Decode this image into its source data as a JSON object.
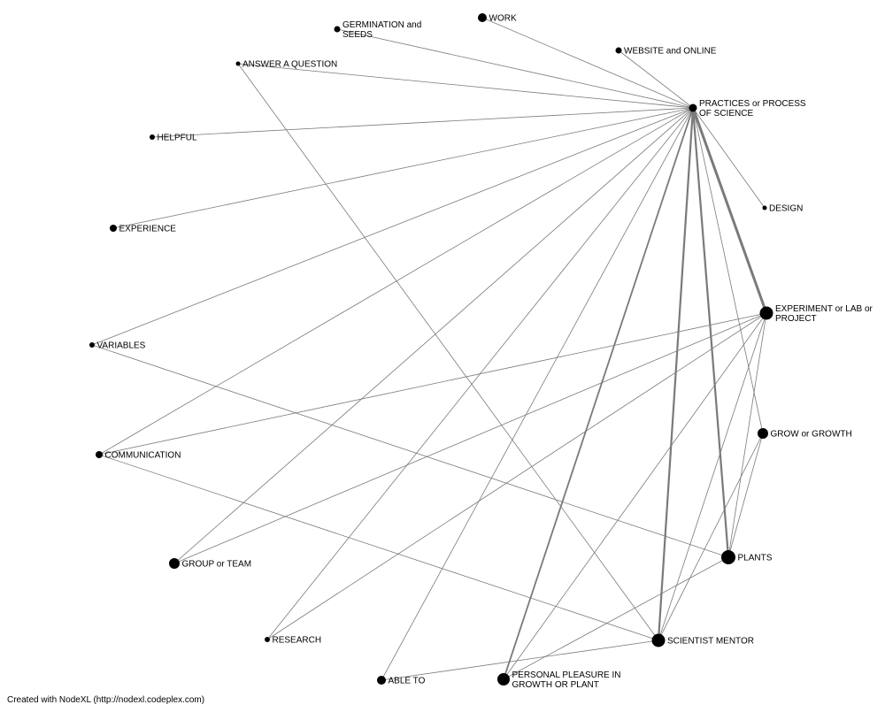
{
  "diagram": {
    "nodes": [
      {
        "id": "practices",
        "lines": [
          "PRACTICES or PROCESS",
          "OF SCIENCE"
        ]
      },
      {
        "id": "germination",
        "lines": [
          "GERMINATION and",
          "SEEDS"
        ]
      },
      {
        "id": "work",
        "lines": [
          "WORK"
        ]
      },
      {
        "id": "website",
        "lines": [
          "WEBSITE and ONLINE"
        ]
      },
      {
        "id": "answer",
        "lines": [
          "ANSWER A QUESTION"
        ]
      },
      {
        "id": "helpful",
        "lines": [
          "HELPFUL"
        ]
      },
      {
        "id": "design",
        "lines": [
          "DESIGN"
        ]
      },
      {
        "id": "experience",
        "lines": [
          "EXPERIENCE"
        ]
      },
      {
        "id": "experiment",
        "lines": [
          "EXPERIMENT or LAB or",
          "PROJECT"
        ]
      },
      {
        "id": "variables",
        "lines": [
          "VARIABLES"
        ]
      },
      {
        "id": "grow",
        "lines": [
          "GROW or GROWTH"
        ]
      },
      {
        "id": "communication",
        "lines": [
          "COMMUNICATION"
        ]
      },
      {
        "id": "plants",
        "lines": [
          "PLANTS"
        ]
      },
      {
        "id": "group",
        "lines": [
          "GROUP or TEAM"
        ]
      },
      {
        "id": "research",
        "lines": [
          "RESEARCH"
        ]
      },
      {
        "id": "scientist",
        "lines": [
          "SCIENTIST MENTOR"
        ]
      },
      {
        "id": "ableto",
        "lines": [
          "ABLE TO"
        ]
      },
      {
        "id": "personal",
        "lines": [
          "PERSONAL PLEASURE IN",
          "GROWTH OR PLANT"
        ]
      }
    ],
    "edges": [
      [
        "practices",
        "germination"
      ],
      [
        "practices",
        "work"
      ],
      [
        "practices",
        "website"
      ],
      [
        "practices",
        "answer"
      ],
      [
        "practices",
        "helpful"
      ],
      [
        "practices",
        "design"
      ],
      [
        "practices",
        "experience"
      ],
      [
        "practices",
        "experiment"
      ],
      [
        "practices",
        "variables"
      ],
      [
        "practices",
        "grow"
      ],
      [
        "practices",
        "communication"
      ],
      [
        "practices",
        "plants"
      ],
      [
        "practices",
        "group"
      ],
      [
        "practices",
        "research"
      ],
      [
        "practices",
        "scientist"
      ],
      [
        "practices",
        "ableto"
      ],
      [
        "practices",
        "personal"
      ],
      [
        "experiment",
        "communication"
      ],
      [
        "experiment",
        "group"
      ],
      [
        "experiment",
        "research"
      ],
      [
        "experiment",
        "plants"
      ],
      [
        "experiment",
        "scientist"
      ],
      [
        "experiment",
        "personal"
      ],
      [
        "grow",
        "plants"
      ],
      [
        "grow",
        "scientist"
      ],
      [
        "answer",
        "scientist"
      ],
      [
        "variables",
        "plants"
      ],
      [
        "communication",
        "scientist"
      ],
      [
        "plants",
        "personal"
      ],
      [
        "scientist",
        "ableto"
      ]
    ]
  },
  "footer": {
    "credit": "Created with NodeXL (http://nodexl.codeplex.com)"
  }
}
